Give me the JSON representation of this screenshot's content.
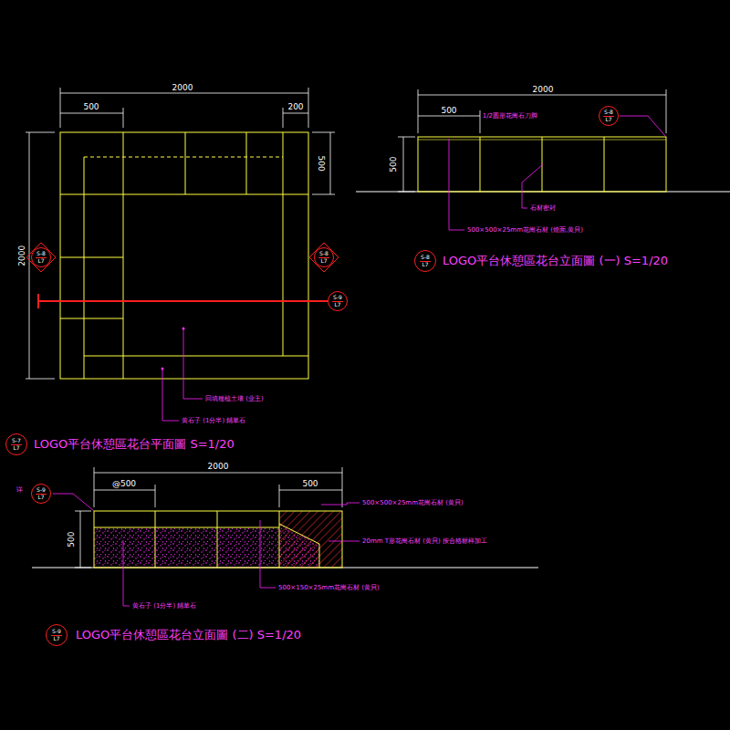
{
  "diagram": {
    "nodes": [
      {
        "text": [
          "S-8",
          "L7"
        ]
      },
      {
        "text": [
          "S-8",
          "L7"
        ]
      },
      {
        "text": [
          "S-9",
          "L7"
        ]
      },
      {
        "text": [
          "S-8",
          "L7"
        ]
      },
      {
        "text": [
          "S-7",
          "L7"
        ]
      },
      {
        "text": [
          "S-8",
          "L7"
        ]
      },
      {
        "text": [
          "S-9",
          "L7"
        ]
      },
      {
        "text": [
          "S-9",
          "L7"
        ]
      }
    ],
    "labels": [
      "2000",
      "500",
      "200",
      "500",
      "2000",
      "回填種植土壤 (业主)",
      "黄石子 (1分半) 鋪草石",
      "LOGO平台休憩區花台平面圖 S=1/20",
      "2000",
      "500",
      "500",
      "1/2圆形花崗石刀脚",
      "石材密封",
      "500×500×25mm花崗石材 (燒面,黄貝)",
      "LOGO平台休憩區花台立面圖 (一) S=1/20",
      "2000",
      "@500",
      "500",
      "500",
      "详",
      "500×500×25mm花崗石材 (黄貝)",
      "20mm T形花崗石材 (黄貝) 按合格标样加工",
      "500×150×25mm花崗石材 (黄貝)",
      "黄石子 (1分半) 鋪草石",
      "LOGO平台休憩區花台立面圖 (二) S=1/20"
    ]
  }
}
